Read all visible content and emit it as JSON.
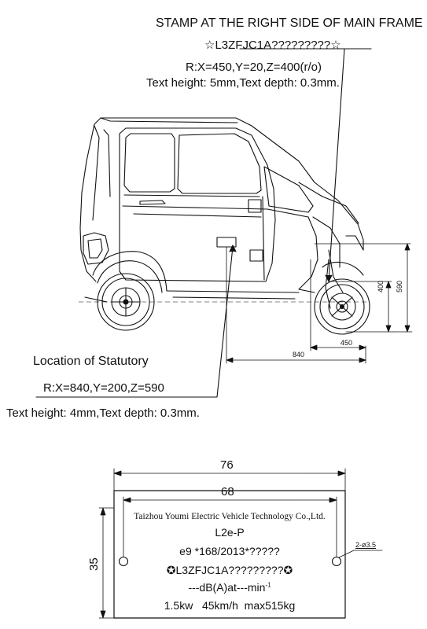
{
  "stamp": {
    "heading": "STAMP AT THE RIGHT SIDE OF MAIN FRAME",
    "vin": "☆L3ZFJC1A?????????☆",
    "coords": "R:X=450,Y=20,Z=400(r/o)",
    "text_spec": "Text height: 5mm,Text depth: 0.3mm."
  },
  "statutory": {
    "title": "Location of Statutory",
    "coords": "R:X=840,Y=200,Z=590",
    "text_spec": "Text height: 4mm,Text depth: 0.3mm."
  },
  "vehicle_dims": {
    "d840": "840",
    "d450": "450",
    "d400": "400",
    "d590": "590"
  },
  "plate": {
    "width_outer": "76",
    "width_inner": "68",
    "height": "35",
    "hole_note": "2-ø3.5",
    "manufacturer": "Taizhou Youmi Electric Vehicle Technology Co.,Ltd.",
    "category": "L2e-P",
    "approval": "e9 *168/2013*?????",
    "vin": "✪L3ZFJC1A?????????✪",
    "noise": "---dB(A)at---min",
    "noise_sup": "-1",
    "specs": "1.5kw   45km/h  max515kg"
  }
}
